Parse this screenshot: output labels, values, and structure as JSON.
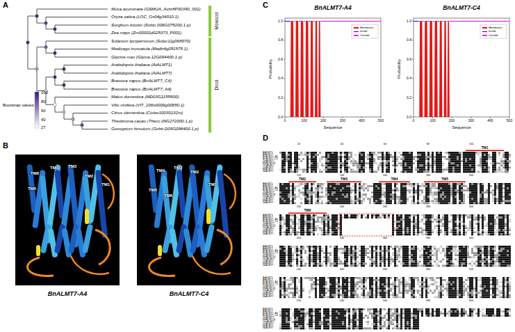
{
  "diagram": {
    "labels": [
      "A",
      "B",
      "C",
      "D",
      "Musa acuminata (GSMUA_Achr8P30390_001)",
      "Oryza sativa (LOC_Os04g34010.1)",
      "Sorghum bicolor (Sobic.006G075200.1.p)",
      "Zea mays (Zm00001d025373_P001)",
      "Solanum lycopersicum (Solyc11g068970)",
      "Medicago truncatula (Medtr4g051575.1)",
      "Glycine max (Glyma.12G094400.1.p)",
      "Arabidopsis thaliana (AtALMT1)",
      "Arabidopsis thaliana (AtALMT7)",
      "Brassica napus (BnALMT7_C4)",
      "Brassica napus (BnALMT7_A4)",
      "Malus domestica (MD03G1155500)",
      "Vitis vinifera (VIT_206s0009g00650.1)",
      "Citrus clementina (Ciclev10030132m)",
      "Theobroma cacao (Thecc.09G272000.1.p)",
      "Gossypium hirsutum (Gohir.D09G098400.1.p)",
      "Monocot",
      "Dicot",
      "Bootstrap values",
      "100",
      "80",
      "60",
      "40",
      "27",
      "TM6",
      "TM4",
      "TM3",
      "TM5",
      "TM2",
      "TM1",
      "TM4",
      "TM3",
      "TM2",
      "TM5",
      "TM6",
      "TM1",
      "BnALMT7-A4",
      "BnALMT7-C4",
      "BnALMT7-A4",
      "BnALMT7-C4",
      "Probability",
      "0.0",
      "0.2",
      "0.4",
      "0.6",
      "0.8",
      "1.0",
      "0",
      "100",
      "200",
      "300",
      "400",
      "500",
      "Sequence",
      "Probability",
      "0.0",
      "0.2",
      "0.4",
      "0.6",
      "0.8",
      "1.0",
      "0",
      "100",
      "200",
      "300",
      "400",
      "500",
      "Sequence",
      "TM1",
      "TM2",
      "TM3",
      "TM4",
      "TM5",
      "TM6",
      "20",
      "40",
      "60",
      "80",
      "100",
      "AtALMT1",
      "AtALMT7",
      "BnALMT7_A4",
      "BnALMT7_C4",
      "ZmALMT7",
      "MdALMT14",
      "GmALMT7",
      "OsALMT7",
      "MtALMT7",
      "SbALMT7",
      "120",
      "140",
      "160",
      "180",
      "200",
      "AtALMT1",
      "AtALMT7",
      "BnALMT7_A4",
      "BnALMT7_C4",
      "ZmALMT7",
      "MdALMT14",
      "GmALMT7",
      "OsALMT7",
      "MtALMT7",
      "SbALMT7",
      "220",
      "240",
      "260",
      "280",
      "300",
      "AtALMT1",
      "AtALMT7",
      "BnALMT7_A4",
      "BnALMT7_C4",
      "ZmALMT7",
      "MdALMT14",
      "GmALMT7",
      "OsALMT7",
      "MtALMT7",
      "SbALMT7",
      "320",
      "340",
      "360",
      "380",
      "400",
      "AtALMT1",
      "AtALMT7",
      "BnALMT7_A4",
      "BnALMT7_C4",
      "ZmALMT7",
      "MdALMT14",
      "GmALMT7",
      "OsALMT7",
      "MtALMT7",
      "SbALMT7",
      "420",
      "440",
      "460",
      "480",
      "500",
      "AtALMT1",
      "AtALMT7",
      "BnALMT7_A4",
      "BnALMT7_C4",
      "ZmALMT7",
      "MdALMT14",
      "GmALMT7",
      "OsALMT7",
      "MtALMT7",
      "SbALMT7",
      "520",
      "540",
      "560",
      "580",
      "600",
      "AtALMT1",
      "AtALMT7",
      "BnALMT7_A4",
      "BnALMT7_C4",
      "ZmALMT7",
      "MdALMT14",
      "GmALMT7",
      "OsALMT7",
      "MtALMT7",
      "SbALMT7"
    ],
    "legend": [
      {
        "text": "Membrane",
        "color": "#ff0000"
      },
      {
        "text": "Inside",
        "color": "#0000ff"
      },
      {
        "text": "Outside",
        "color": "#ff00ff"
      },
      {
        "text": "Membrane",
        "color": "#ff0000"
      },
      {
        "text": "Inside",
        "color": "#0000ff"
      },
      {
        "text": "Outside",
        "color": "#ff00ff"
      }
    ]
  }
}
